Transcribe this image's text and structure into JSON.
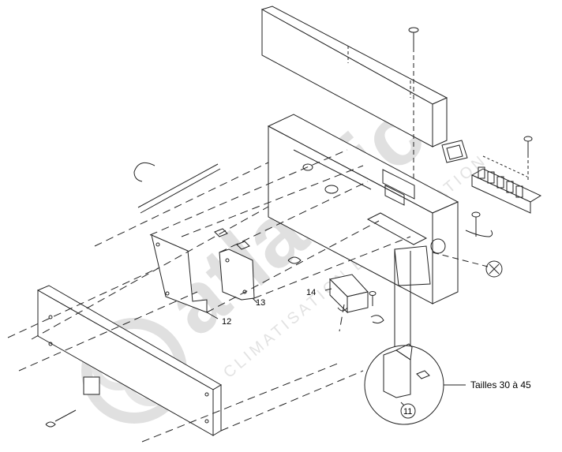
{
  "watermark": {
    "brand": "atlantic",
    "tagline": "CLIMATISATION ET VENTILATION",
    "color": "#c8c8c8"
  },
  "callouts": {
    "part_11": "11",
    "part_12": "12",
    "part_13": "13",
    "part_14": "14"
  },
  "size_note": "Tailles 30 à 45",
  "line_color": "#222222"
}
